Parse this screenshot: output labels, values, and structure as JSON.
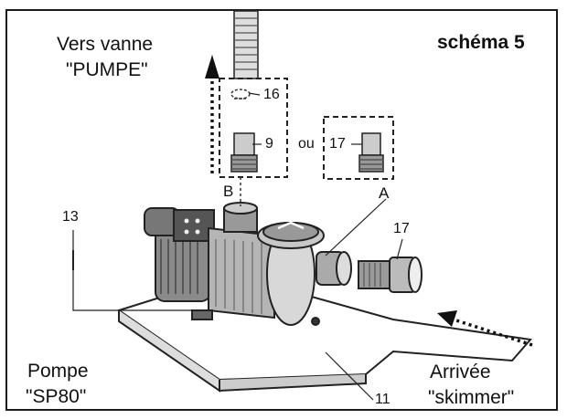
{
  "schema_title": "schéma 5",
  "destination": {
    "line1": "Vers vanne",
    "line2": "\"PUMPE\""
  },
  "source": {
    "line1": "Arrivée",
    "line2": "\"skimmer\""
  },
  "pump": {
    "line1": "Pompe",
    "line2": "\"SP80\""
  },
  "ports": {
    "a": "A",
    "b": "B"
  },
  "connector": "ou",
  "callouts": {
    "c9": "9",
    "c11": "11",
    "c13": "13",
    "c16": "16",
    "c17a": "17",
    "c17b": "17"
  }
}
